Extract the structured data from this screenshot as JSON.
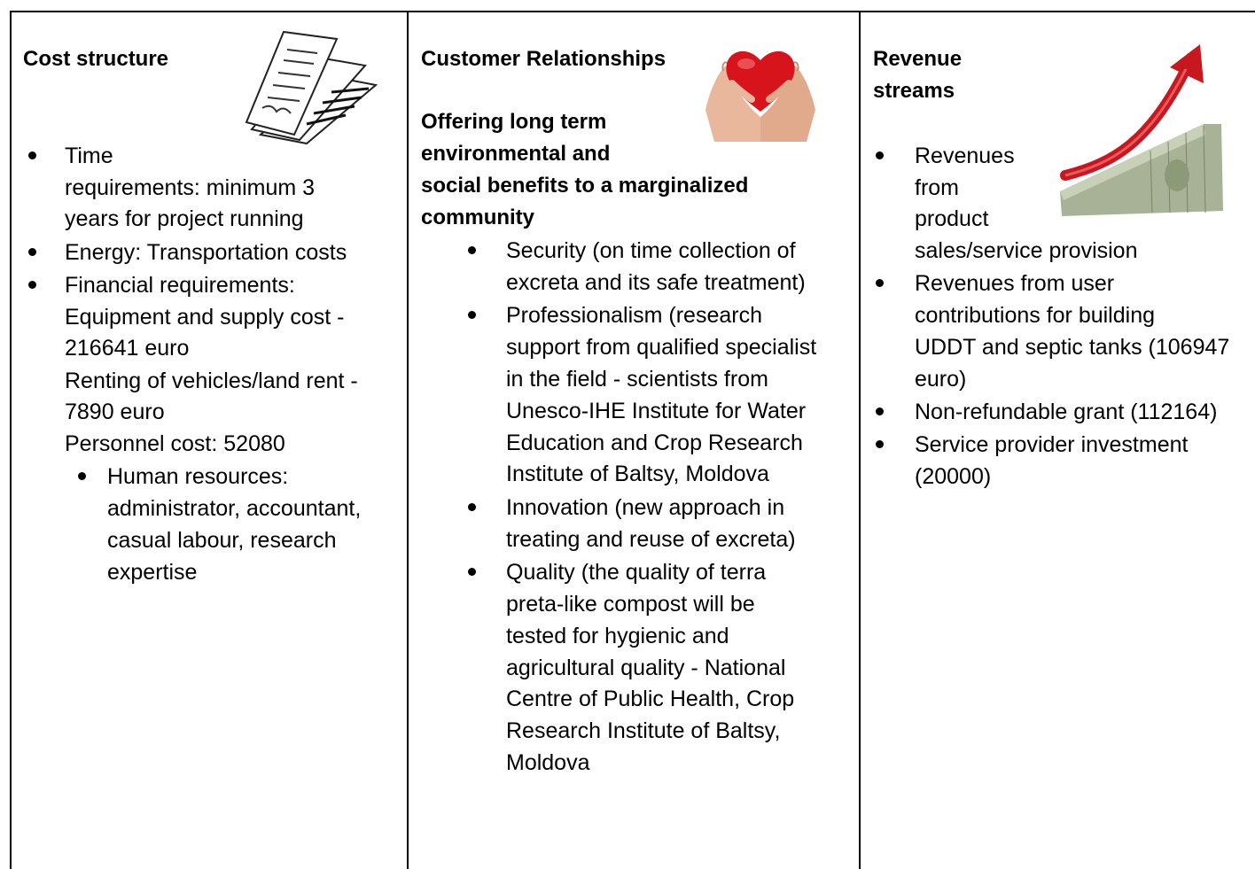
{
  "cost_structure": {
    "heading": "Cost structure",
    "image_icon": "document-pages-sketch",
    "items": [
      {
        "lines": [
          "Time",
          "requirements: minimum 3",
          "years for project running"
        ]
      },
      {
        "lines": [
          "Energy: Transportation costs"
        ]
      },
      {
        "lines": [
          "Financial requirements:",
          "Equipment and supply cost -",
          "216641 euro",
          "Renting of vehicles/land rent -",
          "7890 euro",
          "Personnel cost: 52080"
        ]
      }
    ],
    "subitems": [
      {
        "lines": [
          "Human resources:",
          "administrator, accountant,",
          "casual labour, research",
          "expertise"
        ]
      }
    ]
  },
  "customer_relationships": {
    "heading": "Customer Relationships",
    "image_icon": "heart-in-hands",
    "subheading_lines": [
      "Offering long term",
      "environmental and",
      "social benefits to a marginalized",
      "community"
    ],
    "items": [
      {
        "lines": [
          "Security (on time collection of",
          "excreta and its safe treatment)"
        ]
      },
      {
        "lines": [
          "Professionalism (research",
          "support from qualified specialist",
          "in the field - scientists from",
          "Unesco-IHE Institute for Water",
          "Education and Crop Research",
          "Institute of Baltsy, Moldova"
        ]
      },
      {
        "lines": [
          "Innovation (new approach in",
          "treating and reuse of excreta)"
        ]
      },
      {
        "lines": [
          "Quality (the quality of terra",
          "preta-like compost will be",
          "tested for hygienic and",
          "agricultural quality - National",
          "Centre of Public Health, Crop",
          "Research Institute of Baltsy,",
          "Moldova"
        ]
      }
    ]
  },
  "revenue_streams": {
    "heading_lines": [
      "Revenue",
      "streams"
    ],
    "image_icon": "rising-arrow-money",
    "items": [
      {
        "lines": [
          "Revenues",
          "from",
          "product",
          "sales/service provision"
        ]
      },
      {
        "lines": [
          "Revenues from user",
          "contributions for building",
          "UDDT and septic tanks (106947",
          "euro)"
        ]
      },
      {
        "lines": [
          "Non-refundable grant (112164)"
        ]
      },
      {
        "lines": [
          "Service provider investment",
          "(20000)"
        ]
      }
    ]
  }
}
